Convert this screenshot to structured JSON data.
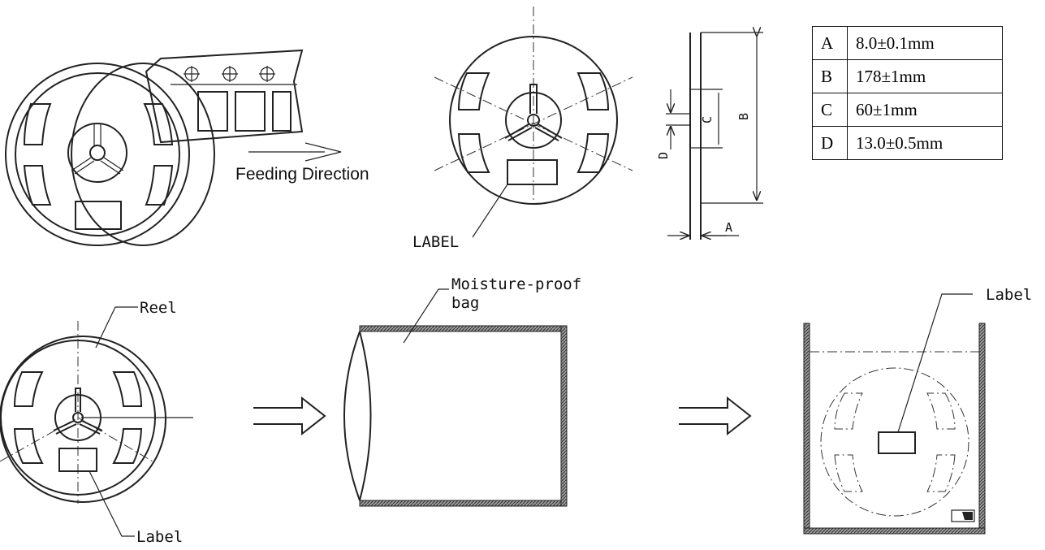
{
  "labels": {
    "feeding_direction": "Feeding Direction",
    "label_caps": "LABEL",
    "dim_a": "A",
    "dim_b": "B",
    "dim_c": "C",
    "dim_d": "D",
    "reel": "Reel",
    "label_bottom_left": "Label",
    "moisture_line1": "Moisture-proof",
    "moisture_line2": "bag",
    "label_bottom_right": "Label"
  },
  "dimensions_table": [
    {
      "key": "A",
      "value": "8.0±0.1mm"
    },
    {
      "key": "B",
      "value": "178±1mm"
    },
    {
      "key": "C",
      "value": "60±1mm"
    },
    {
      "key": "D",
      "value": "13.0±0.5mm"
    }
  ]
}
